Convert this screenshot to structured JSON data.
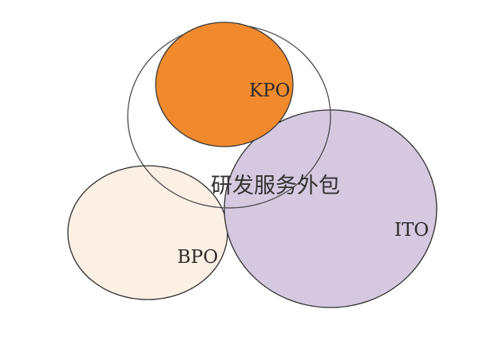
{
  "diagram": {
    "circles": [
      {
        "id": "rnd",
        "fill": "#ffffff",
        "stroke": "#4a4a4a"
      },
      {
        "id": "kpo",
        "label": "KPO",
        "fill": "#f08a2c",
        "stroke": "#3a3a3a"
      },
      {
        "id": "bpo",
        "label": "BPO",
        "fill": "#fcefe4",
        "stroke": "#2f2f2f"
      },
      {
        "id": "ito",
        "label": "ITO",
        "fill": "#d5c9e0",
        "stroke": "#2f2f2f"
      }
    ],
    "center_label": "研发服务外包"
  }
}
